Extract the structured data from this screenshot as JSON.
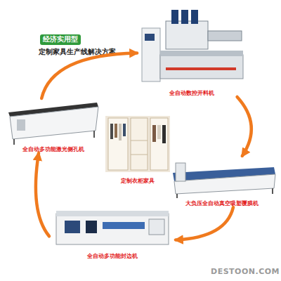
{
  "diagram": {
    "title": "定制家具生产线解决方案",
    "nodes": [
      {
        "text": [
          "全自动数控开料机"
        ]
      },
      {
        "text": [
          "全自动多功能激光侧孔机"
        ]
      },
      {
        "text": [
          "定制衣柜家具"
        ]
      },
      {
        "text": [
          "大负压全自动真空吸塑覆膜机"
        ]
      },
      {
        "text": [
          "全自动多功能封边机"
        ]
      }
    ],
    "edges": [
      {
        "from": 0,
        "to": 3,
        "arrow": "to"
      },
      {
        "from": 3,
        "to": 4,
        "arrow": "to"
      },
      {
        "from": 4,
        "to": 1,
        "arrow": "to"
      },
      {
        "from": 1,
        "to": 0,
        "arrow": "to"
      }
    ],
    "labels": [
      "经济实用型",
      "DESTOON.COM"
    ]
  }
}
